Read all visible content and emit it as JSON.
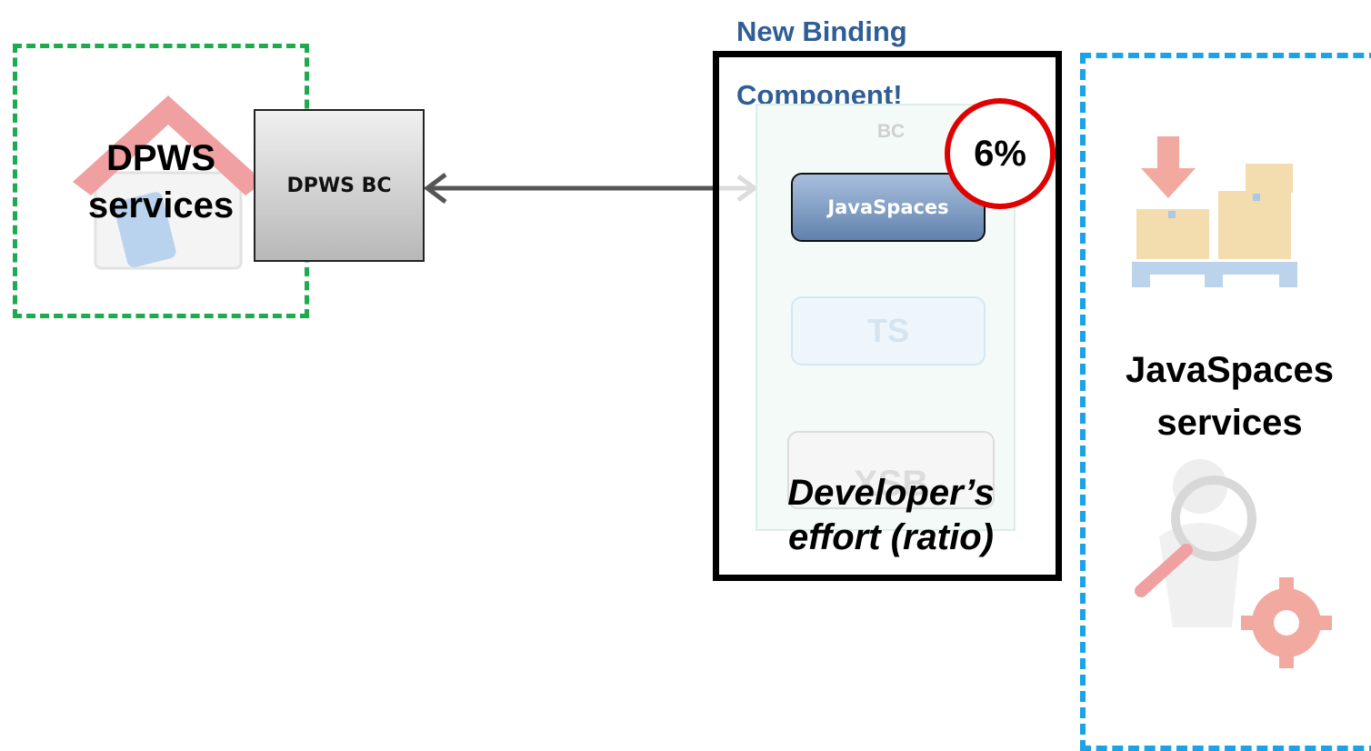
{
  "dpws": {
    "title_line1": "DPWS",
    "title_line2": "services",
    "bc_label": "DPWS BC",
    "region_color": "#1faa4f"
  },
  "new_bc": {
    "title_line1": "New Binding",
    "title_line2": "Component!",
    "bc_label": "BC",
    "javaspaces_label": "JavaSpaces",
    "ts_label": "TS",
    "xsb_label": "XSB",
    "effort_line1": "Developer’s",
    "effort_line2": "effort (ratio)",
    "percent": "6%",
    "title_color": "#2e5e95",
    "badge_color": "#e00000"
  },
  "javaspaces": {
    "title_line1": "JavaSpaces",
    "title_line2": "services",
    "region_color": "#1aa3e8"
  },
  "icons": [
    "house-icon",
    "pallet-boxes-icon",
    "magnifier-person-icon",
    "gear-icon"
  ]
}
